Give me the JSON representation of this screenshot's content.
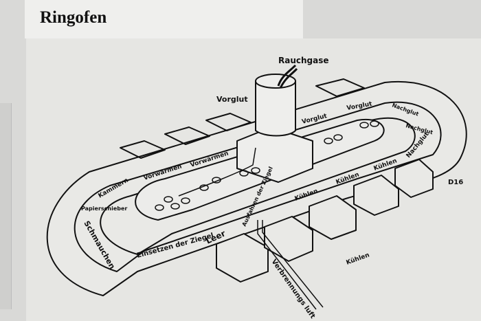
{
  "title": "Ringofen",
  "diagram": {
    "labels": {
      "rauchgase": "Rauchgase",
      "vorglut_top": "Vorglut",
      "vorglut_1": "Vorglut",
      "vorglut_2": "Vorglut",
      "nachglut_1": "Nachglut",
      "nachglut_2": "Nachglut",
      "nachglut_3": "Nachglut",
      "kuehlen_1": "Kühlen",
      "kuehlen_2": "Kühlen",
      "kuehlen_3": "Kühlen",
      "kuehlen_4": "Kühlen",
      "ausfahren": "Ausfahren der Ziegel",
      "leer": "Leer",
      "einsetzen": "Einsetzen der Ziegel",
      "schmauchen": "Schmauchen",
      "papierschieber": "Papierschieber",
      "kammern": "Kammern",
      "vorwaermen_1": "Vorwärmen",
      "vorwaermen_2": "Vorwärmen",
      "verbrennungsluft": "Verbrennungs luft",
      "figure_id": "D16"
    }
  }
}
